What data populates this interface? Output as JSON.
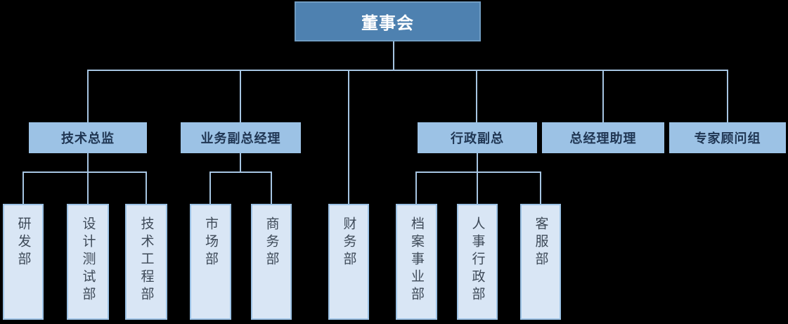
{
  "org_chart": {
    "root": {
      "label": "董事会"
    },
    "managers": [
      {
        "label": "技术总监",
        "reports_to": "董事会"
      },
      {
        "label": "业务副总经理",
        "reports_to": "董事会"
      },
      {
        "label": "行政副总",
        "reports_to": "董事会"
      },
      {
        "label": "总经理助理",
        "reports_to": "董事会"
      },
      {
        "label": "专家顾问组",
        "reports_to": "董事会"
      }
    ],
    "departments": [
      {
        "label": "研发部",
        "parent": "技术总监"
      },
      {
        "label": "设计测试部",
        "parent": "技术总监"
      },
      {
        "label": "技术工程部",
        "parent": "技术总监"
      },
      {
        "label": "市场部",
        "parent": "业务副总经理"
      },
      {
        "label": "商务部",
        "parent": "业务副总经理"
      },
      {
        "label": "财务部",
        "parent": "董事会"
      },
      {
        "label": "档案事业部",
        "parent": "行政副总"
      },
      {
        "label": "人事行政部",
        "parent": "行政副总"
      },
      {
        "label": "客服部",
        "parent": "行政副总"
      }
    ],
    "colors": {
      "background": "#000000",
      "root_fill": "#4e81b0",
      "root_border": "#6f9cc2",
      "root_text": "#ffffff",
      "manager_fill": "#9cc2e5",
      "manager_text": "#1f3552",
      "department_fill": "#d9e6f5",
      "department_border": "#9cc2e5",
      "department_text": "#3e4a58",
      "connector": "#a6c5e2"
    }
  }
}
